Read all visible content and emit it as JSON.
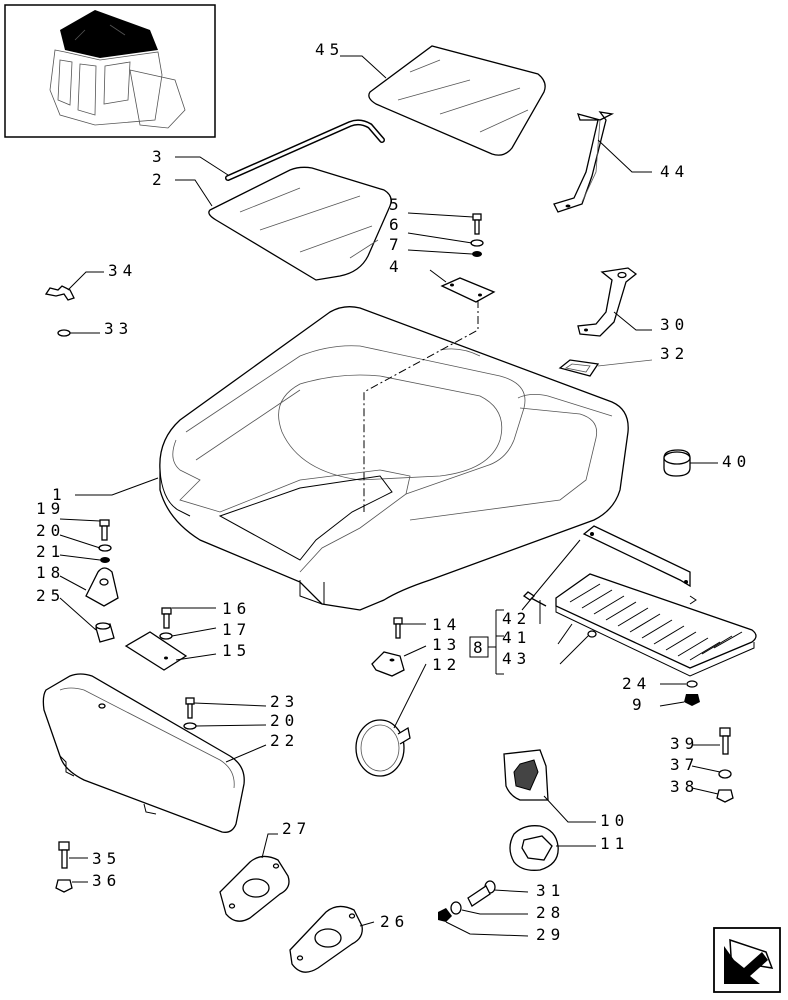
{
  "callouts": {
    "c1": "1",
    "c2": "2",
    "c3": "3",
    "c4": "4",
    "c5": "5",
    "c6": "6",
    "c7": "7",
    "c8": "8",
    "c9": "9",
    "c10": "10",
    "c11": "11",
    "c12": "12",
    "c13": "13",
    "c14": "14",
    "c15": "15",
    "c16": "16",
    "c17": "17",
    "c18": "18",
    "c19": "19",
    "c20a": "20",
    "c20b": "20",
    "c21": "21",
    "c22": "22",
    "c23": "23",
    "c24": "24",
    "c25": "25",
    "c26": "26",
    "c27": "27",
    "c28": "28",
    "c29": "29",
    "c30": "30",
    "c31": "31",
    "c32": "32",
    "c33": "33",
    "c34": "34",
    "c35": "35",
    "c36": "36",
    "c37": "37",
    "c38": "38",
    "c39": "39",
    "c40": "40",
    "c41": "41",
    "c42": "42",
    "c43": "43",
    "c44": "44",
    "c45": "45"
  },
  "icons": {
    "thumbnail": "tractor-cab-roof-thumbnail-icon",
    "navigation": "next-page-arrow-icon"
  },
  "colors": {
    "ink": "#000000",
    "background": "#ffffff"
  }
}
